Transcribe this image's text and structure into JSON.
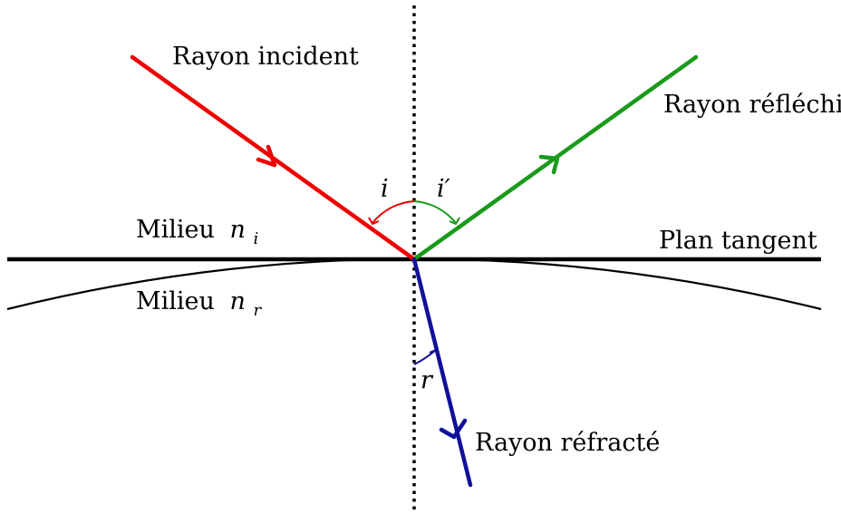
{
  "labels": {
    "incident": "Rayon incident",
    "reflected": "Rayon réfléchi",
    "refracted": "Rayon réfracté",
    "tangent_plane": "Plan tangent",
    "medium_word": "Milieu",
    "medium_top_symbol": "n",
    "medium_top_index": "i",
    "medium_bottom_symbol": "n",
    "medium_bottom_index": "r",
    "angle_incidence": "i",
    "angle_reflection": "i′",
    "angle_refraction": "r"
  },
  "colors": {
    "incident": "#ee0000",
    "reflected": "#1a9a1a",
    "refracted": "#10109a",
    "lines": "#000000"
  }
}
